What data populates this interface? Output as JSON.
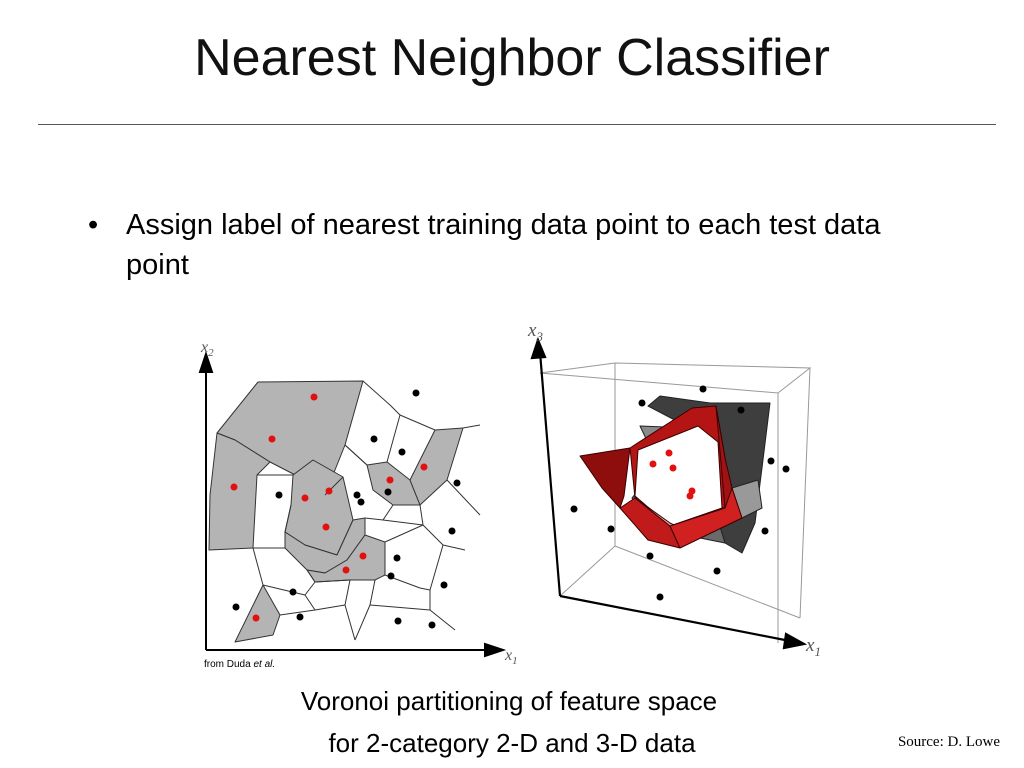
{
  "slide": {
    "title": "Nearest Neighbor Classifier",
    "bullet_text": "Assign label of nearest training data point to each test data point",
    "credit_prefix": "from Duda ",
    "credit_italic": "et al.",
    "caption_line1": "Voronoi partitioning of feature space",
    "caption_line2": "for 2-category 2-D and 3-D data",
    "source": "Source: D. Lowe"
  },
  "figure_2d": {
    "x_axis_label": "x",
    "x_axis_sub": "1",
    "y_axis_label": "x",
    "y_axis_sub": "2"
  },
  "figure_3d": {
    "x_axis_label": "x",
    "x_axis_sub": "1",
    "z_axis_label": "x",
    "z_axis_sub": "3"
  },
  "colors": {
    "category_red": "#e31010",
    "category_black": "#000000",
    "region_gray": "#b4b4b4",
    "polyhedron_red": "#b31212",
    "polyhedron_gray": "#4a4a4a"
  }
}
